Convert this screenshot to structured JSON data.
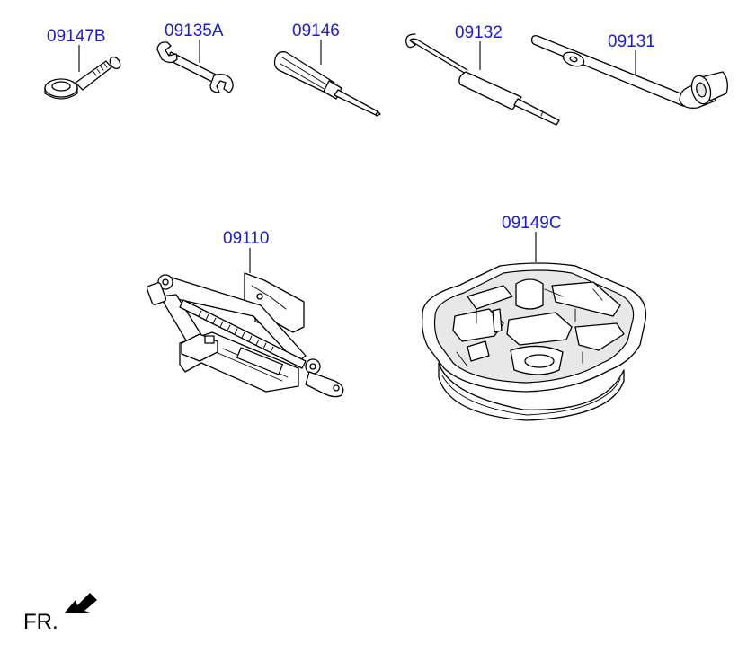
{
  "diagram": {
    "parts": [
      {
        "id": "09147B",
        "label": "09147B"
      },
      {
        "id": "09135A",
        "label": "09135A"
      },
      {
        "id": "09146",
        "label": "09146"
      },
      {
        "id": "09132",
        "label": "09132"
      },
      {
        "id": "09131",
        "label": "09131"
      },
      {
        "id": "09110",
        "label": "09110"
      },
      {
        "id": "09149C",
        "label": "09149C"
      }
    ],
    "direction_label": "FR.",
    "colors": {
      "label": "#1a1adb",
      "lines": "#000000",
      "background": "#ffffff"
    }
  }
}
